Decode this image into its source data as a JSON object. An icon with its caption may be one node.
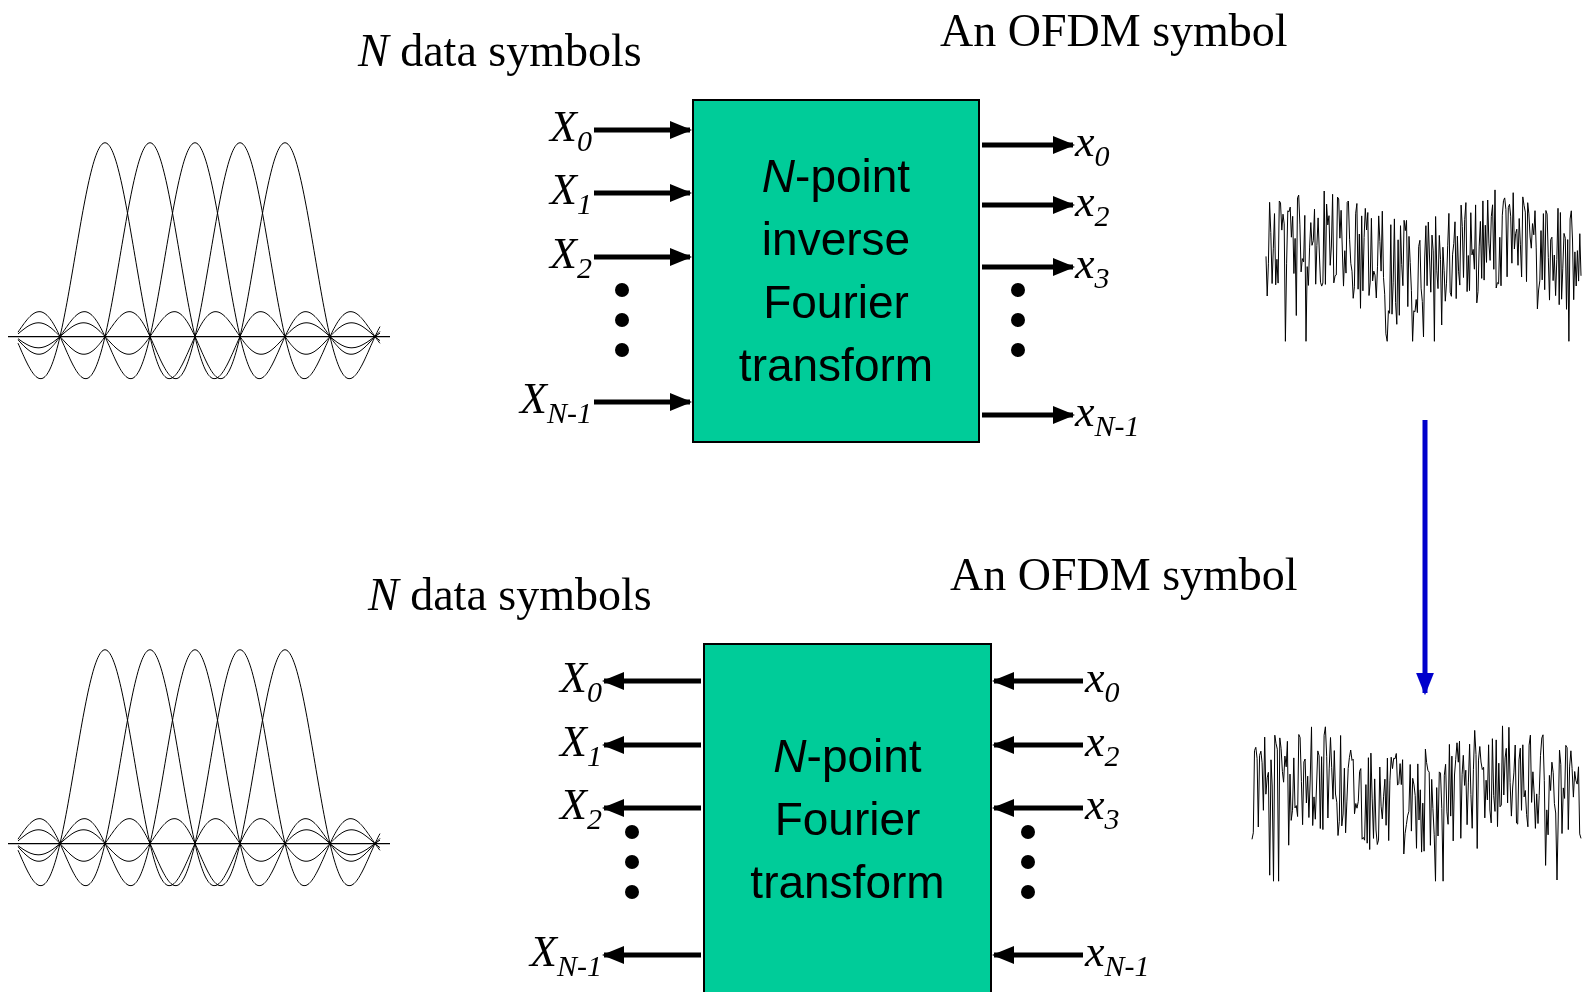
{
  "diagram": {
    "nodes": [
      {
        "text": [
          "*N*-point inverse Fourier transform"
        ]
      },
      {
        "text": [
          "X$_{0}$"
        ]
      },
      {
        "text": [
          "X$_{1}$"
        ]
      },
      {
        "text": [
          "X$_{2}$"
        ]
      },
      {
        "text": [
          "X$_{N-1}$"
        ]
      },
      {
        "text": [
          "x$_{0}$"
        ]
      },
      {
        "text": [
          "x$_{2}$"
        ]
      },
      {
        "text": [
          "x$_{3}$"
        ]
      },
      {
        "text": [
          "x$_{N-1}$"
        ]
      },
      {
        "text": [
          "*N*-point Fourier transform"
        ]
      },
      {
        "text": [
          "X$_{0}$"
        ]
      },
      {
        "text": [
          "X$_{1}$"
        ]
      },
      {
        "text": [
          "X$_{2}$"
        ]
      },
      {
        "text": [
          "X$_{N-1}$"
        ]
      },
      {
        "text": [
          "x$_{0}$"
        ]
      },
      {
        "text": [
          "x$_{2}$"
        ]
      },
      {
        "text": [
          "x$_{3}$"
        ]
      },
      {
        "text": [
          "x$_{N-1}$"
        ]
      },
      {
        "text": [],
        "shape": "picture"
      },
      {
        "text": [],
        "shape": "picture"
      },
      {
        "text": [],
        "shape": "picture"
      },
      {
        "text": [],
        "shape": "picture"
      }
    ],
    "edges": [
      {
        "from": 1,
        "to": 0,
        "arrow": "to"
      },
      {
        "from": 2,
        "to": 0,
        "arrow": "to"
      },
      {
        "from": 3,
        "to": 0,
        "arrow": "to"
      },
      {
        "from": 4,
        "to": 0,
        "arrow": "to"
      },
      {
        "from": 0,
        "to": 5,
        "arrow": "to"
      },
      {
        "from": 0,
        "to": 6,
        "arrow": "to"
      },
      {
        "from": 0,
        "to": 7,
        "arrow": "to"
      },
      {
        "from": 0,
        "to": 8,
        "arrow": "to"
      },
      {
        "from": 9,
        "to": 10,
        "arrow": "to"
      },
      {
        "from": 9,
        "to": 11,
        "arrow": "to"
      },
      {
        "from": 9,
        "to": 12,
        "arrow": "to"
      },
      {
        "from": 9,
        "to": 13,
        "arrow": "to"
      },
      {
        "from": 14,
        "to": 9,
        "arrow": "to"
      },
      {
        "from": 15,
        "to": 9,
        "arrow": "to"
      },
      {
        "from": 16,
        "to": 9,
        "arrow": "to"
      },
      {
        "from": 17,
        "to": 9,
        "arrow": "to"
      },
      {
        "from": 19,
        "to": 21,
        "arrow": "to",
        "color": "#0000cc"
      }
    ],
    "labels": [
      "*N* data symbols",
      "An OFDM symbol",
      "*N* data symbols",
      "An OFDM symbol"
    ]
  }
}
